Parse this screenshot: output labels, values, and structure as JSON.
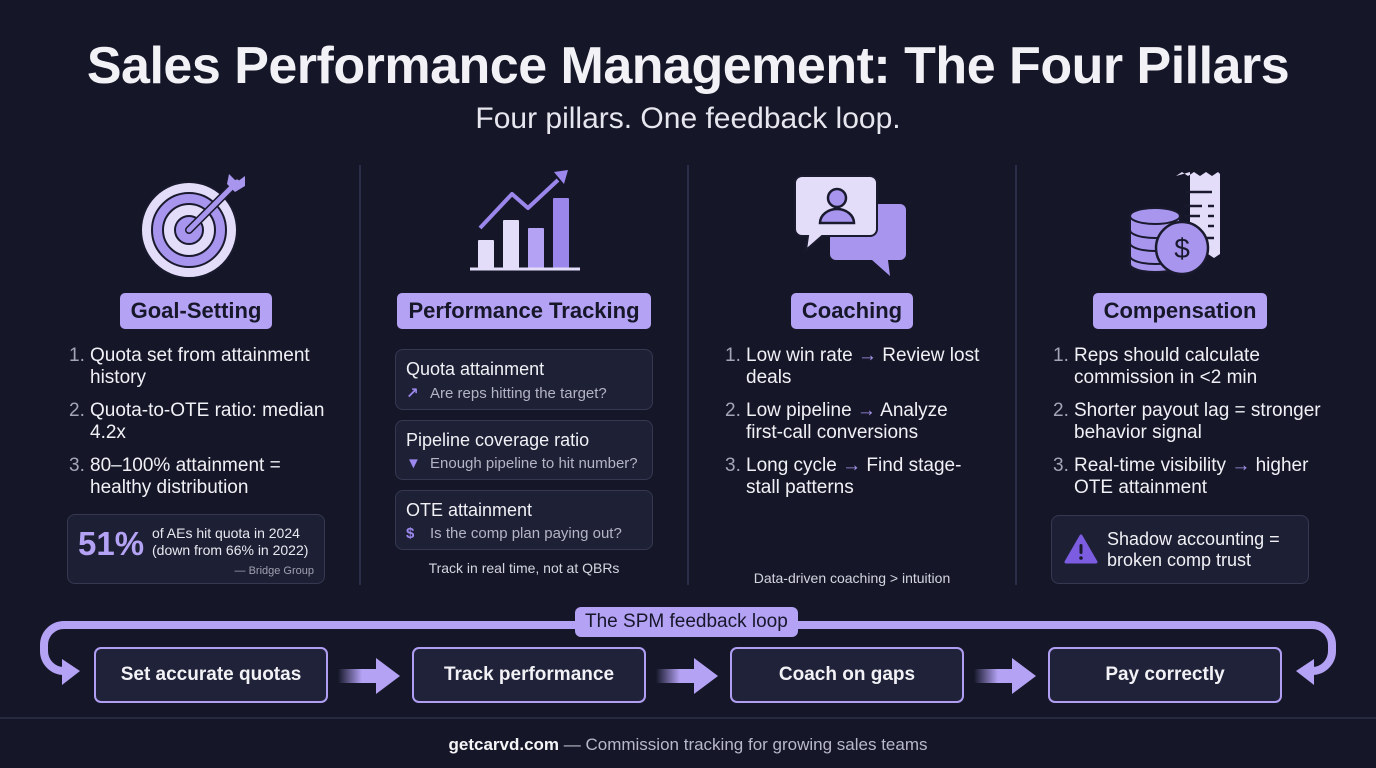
{
  "header": {
    "title": "Sales Performance Management: The Four Pillars",
    "subtitle": "Four pillars. One feedback loop."
  },
  "colors": {
    "background": "#151729",
    "accent": "#b4a2f5",
    "accent_dark": "#7c5ce0",
    "card_border": "#353850"
  },
  "pillars": [
    {
      "icon": "target-icon",
      "label": "Goal-Setting",
      "items": [
        {
          "num": "1.",
          "text": "Quota set from attainment history"
        },
        {
          "num": "2.",
          "text": "Quota-to-OTE ratio: median 4.2x"
        },
        {
          "num": "3.",
          "text": "80–100% attainment = healthy distribution"
        }
      ],
      "stat": {
        "value": "51%",
        "line1": "of AEs hit quota in 2024",
        "line2": "(down from 66% in 2022)",
        "source": "— Bridge Group"
      }
    },
    {
      "icon": "bar-chart-trend-icon",
      "label": "Performance Tracking",
      "metrics": [
        {
          "title": "Quota attainment",
          "icon": "trend-up-icon",
          "glyph": "↗",
          "question": "Are reps hitting the target?"
        },
        {
          "title": "Pipeline coverage ratio",
          "icon": "funnel-icon",
          "glyph": "▼",
          "question": "Enough pipeline to hit number?"
        },
        {
          "title": "OTE attainment",
          "icon": "dollar-icon",
          "glyph": "$",
          "question": "Is the comp plan paying out?"
        }
      ],
      "caption": "Track in real time, not at QBRs"
    },
    {
      "icon": "chat-bubbles-person-icon",
      "label": "Coaching",
      "items": [
        {
          "num": "1.",
          "pre": "Low win rate",
          "post": "Review lost deals"
        },
        {
          "num": "2.",
          "pre": "Low pipeline",
          "post": "Analyze first-call conversions"
        },
        {
          "num": "3.",
          "pre": "Long cycle",
          "post": "Find stage-stall patterns"
        }
      ],
      "arrow": "→",
      "caption": "Data-driven coaching > intuition"
    },
    {
      "icon": "coins-receipt-icon",
      "label": "Compensation",
      "items": [
        {
          "num": "1.",
          "text": "Reps should calculate commission in <2 min"
        },
        {
          "num": "2.",
          "text": "Shorter payout lag = stronger behavior signal"
        },
        {
          "num": "3.",
          "pre": "Real-time visibility",
          "post": "higher OTE attainment"
        }
      ],
      "warning": {
        "icon": "warning-icon",
        "text": "Shadow accounting = broken comp trust"
      }
    }
  ],
  "loop": {
    "label": "The SPM feedback loop",
    "steps": [
      "Set accurate quotas",
      "Track performance",
      "Coach on gaps",
      "Pay correctly"
    ]
  },
  "footer": {
    "brand": "getcarvd.com",
    "tagline": " — Commission tracking for growing sales teams"
  }
}
